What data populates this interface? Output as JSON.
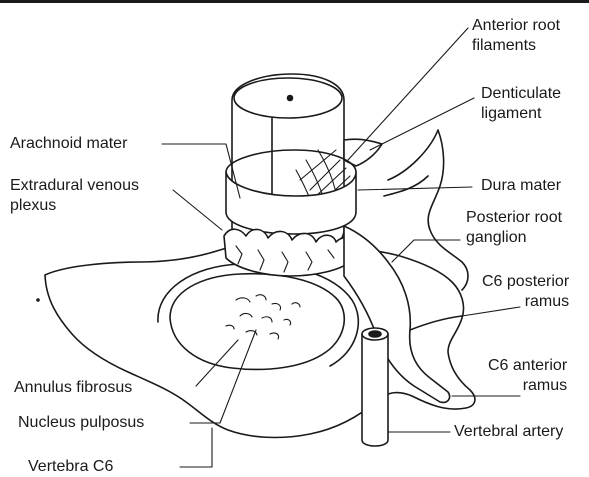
{
  "labels": {
    "anterior_root_filaments": [
      "Anterior root",
      "filaments"
    ],
    "denticulate_ligament": [
      "Denticulate",
      "ligament"
    ],
    "arachnoid_mater": "Arachnoid mater",
    "extradural_venous_plexus": [
      "Extradural venous",
      "plexus"
    ],
    "dura_mater": "Dura mater",
    "posterior_root_ganglion": [
      "Posterior root",
      "ganglion"
    ],
    "c6_posterior_ramus": [
      "C6 posterior",
      "ramus"
    ],
    "c6_anterior_ramus": [
      "C6 anterior",
      "ramus"
    ],
    "annulus_fibrosus": "Annulus fibrosus",
    "nucleus_pulposus": "Nucleus pulposus",
    "vertebral_artery": "Vertebral artery",
    "vertebra_c6": "Vertebra C6"
  },
  "colors": {
    "ink": "#1a1a1a",
    "fill": "#ffffff"
  }
}
